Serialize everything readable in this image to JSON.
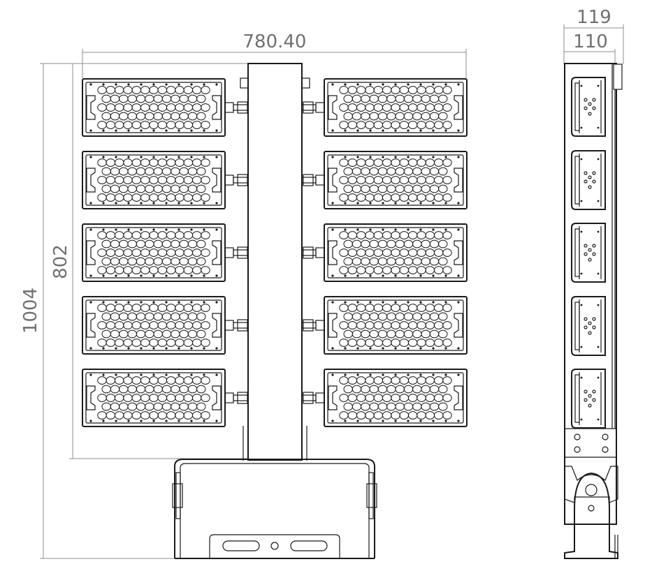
{
  "dimensions": {
    "overall_width": "780.40",
    "overall_height": "1004",
    "array_height": "802",
    "side_depth_outer": "119",
    "side_depth_inner": "110"
  },
  "views": {
    "front": {
      "module_rows": 5,
      "module_columns": 2
    },
    "side": {
      "module_count": 5
    }
  },
  "colors": {
    "ink": "#1a1a1a",
    "dimension": "#707070"
  }
}
